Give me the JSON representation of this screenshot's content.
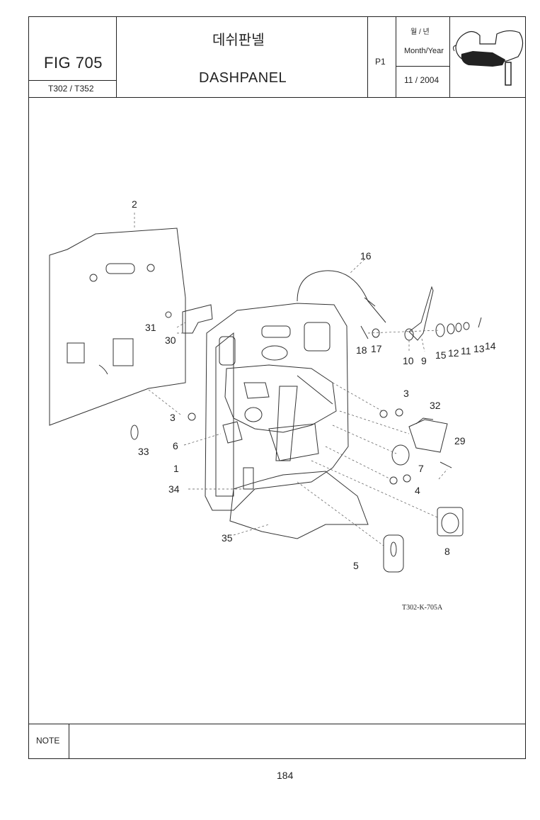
{
  "header": {
    "fig_label": "FIG 705",
    "models": "T302 / T352",
    "title_ko": "데쉬판넬",
    "title_en": "DASHPANEL",
    "page_code": "P1",
    "month_year_ko": "월 / 년",
    "month_year_label": "Month/Year",
    "date": "11 / 2004"
  },
  "diagram": {
    "drawing_code": "T302-K-705A",
    "callouts": [
      "2",
      "16",
      "31",
      "30",
      "18",
      "17",
      "10",
      "9",
      "15",
      "12",
      "11",
      "13",
      "14",
      "3",
      "3",
      "32",
      "33",
      "6",
      "29",
      "1",
      "7",
      "34",
      "4",
      "35",
      "8",
      "5"
    ]
  },
  "footer": {
    "note_label": "NOTE",
    "page_number": "184"
  }
}
